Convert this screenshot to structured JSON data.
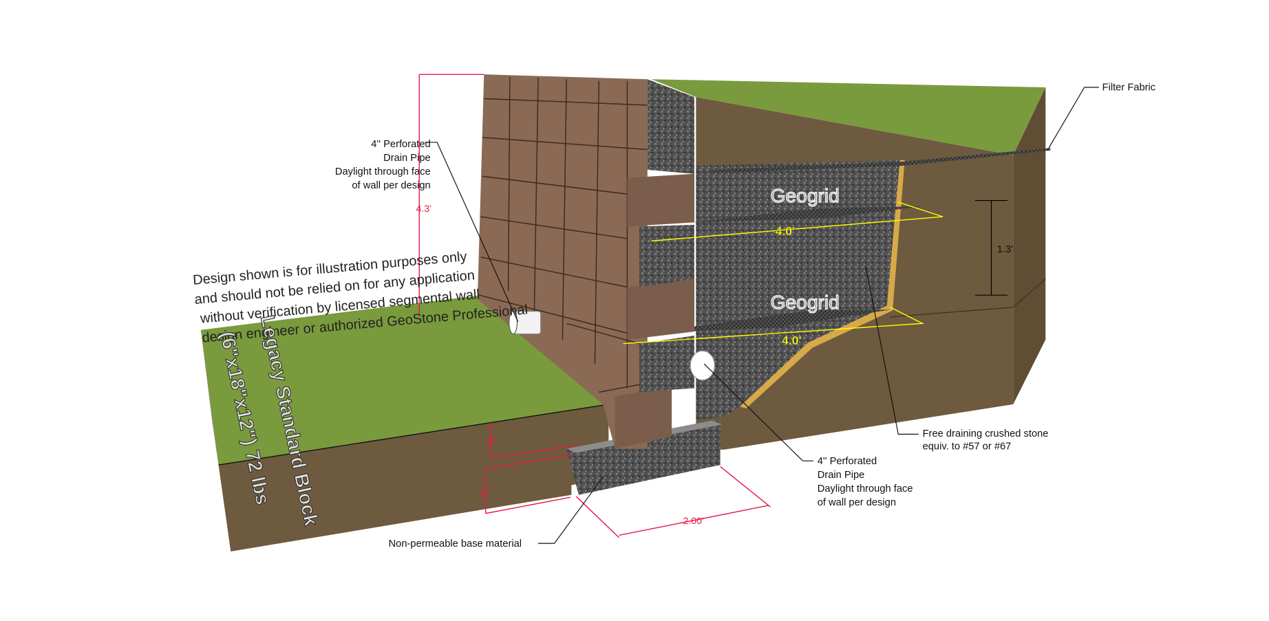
{
  "labels": {
    "filter_fabric": "Filter Fabric",
    "top_drain": [
      "4'' Perforated",
      "Drain Pipe",
      "Daylight through face",
      "of wall per design"
    ],
    "bottom_drain": [
      "4'' Perforated",
      "Drain Pipe",
      "Daylight through face",
      "of wall per design"
    ],
    "crushed_stone": [
      "Free draining crushed stone",
      "equiv. to #57 or #67"
    ],
    "base_material": "Non-permeable base material",
    "geogrid_upper": "Geogrid",
    "geogrid_lower": "Geogrid"
  },
  "dimensions": {
    "wall_height": "4.3'",
    "geogrid_spacing": "1.3'",
    "geogrid_length_upper": "4.0'",
    "geogrid_length_lower": "4.0'",
    "embedment": "6\"",
    "base_thickness": "6\"",
    "base_width": "2.00'"
  },
  "disclaimer": [
    "Design shown is for illustration purposes only",
    "and should not be relied on for any application",
    "without verification by licensed segmental wall",
    "design engineer or authorized GeoStone Professional"
  ],
  "block_label": {
    "name": "Legacy Standard Block",
    "spec": "(6\"x18\"x12\") 72 lbs"
  },
  "colors": {
    "dimension": "#e8174a",
    "geogrid_dimension": "#ffff00",
    "soil": "#6e5a3e",
    "grass": "#7a9a3e",
    "block": "#8a6a55",
    "gravel": "#5a5a5a"
  }
}
